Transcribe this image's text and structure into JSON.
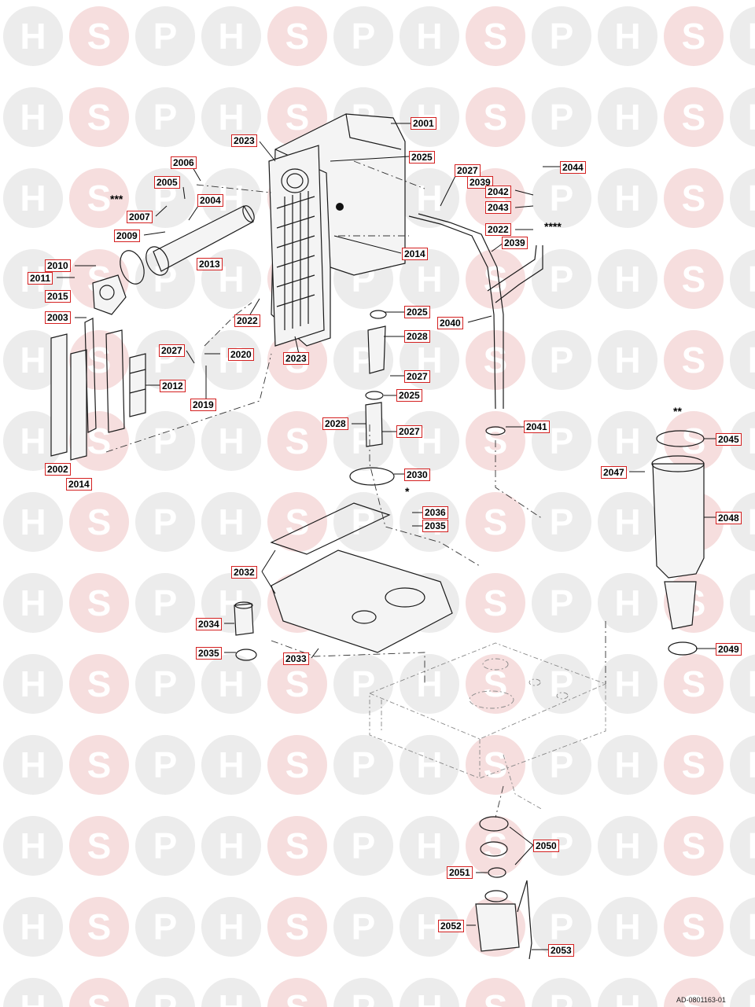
{
  "watermark": {
    "letters": [
      "H",
      "S",
      "P"
    ],
    "colors": {
      "neutral": "#ececec",
      "accent": "#f6dede"
    }
  },
  "callout_border_color": "#d42020",
  "callouts": [
    {
      "id": "c2001",
      "label": "2001"
    },
    {
      "id": "c2023a",
      "label": "2023"
    },
    {
      "id": "c2025a",
      "label": "2025"
    },
    {
      "id": "c2006",
      "label": "2006"
    },
    {
      "id": "c2005",
      "label": "2005"
    },
    {
      "id": "c2004",
      "label": "2004"
    },
    {
      "id": "c2007",
      "label": "2007"
    },
    {
      "id": "c2009",
      "label": "2009"
    },
    {
      "id": "c2013",
      "label": "2013"
    },
    {
      "id": "c2014a",
      "label": "2014"
    },
    {
      "id": "c2010",
      "label": "2010"
    },
    {
      "id": "c2011",
      "label": "2011"
    },
    {
      "id": "c2015",
      "label": "2015"
    },
    {
      "id": "c2003",
      "label": "2003"
    },
    {
      "id": "c2022a",
      "label": "2022"
    },
    {
      "id": "c2027a",
      "label": "2027"
    },
    {
      "id": "c2020",
      "label": "2020"
    },
    {
      "id": "c2023b",
      "label": "2023"
    },
    {
      "id": "c2012",
      "label": "2012"
    },
    {
      "id": "c2019",
      "label": "2019"
    },
    {
      "id": "c2002",
      "label": "2002"
    },
    {
      "id": "c2014b",
      "label": "2014"
    },
    {
      "id": "c2027b",
      "label": "2027"
    },
    {
      "id": "c2039a",
      "label": "2039"
    },
    {
      "id": "c2044",
      "label": "2044"
    },
    {
      "id": "c2042",
      "label": "2042"
    },
    {
      "id": "c2043",
      "label": "2043"
    },
    {
      "id": "c2022b",
      "label": "2022"
    },
    {
      "id": "c2039b",
      "label": "2039"
    },
    {
      "id": "c2025b",
      "label": "2025"
    },
    {
      "id": "c2040",
      "label": "2040"
    },
    {
      "id": "c2028a",
      "label": "2028"
    },
    {
      "id": "c2027c",
      "label": "2027"
    },
    {
      "id": "c2025c",
      "label": "2025"
    },
    {
      "id": "c2028b",
      "label": "2028"
    },
    {
      "id": "c2027d",
      "label": "2027"
    },
    {
      "id": "c2041",
      "label": "2041"
    },
    {
      "id": "c2045",
      "label": "2045"
    },
    {
      "id": "c2047",
      "label": "2047"
    },
    {
      "id": "c2030",
      "label": "2030"
    },
    {
      "id": "c2036",
      "label": "2036"
    },
    {
      "id": "c2035a",
      "label": "2035"
    },
    {
      "id": "c2048",
      "label": "2048"
    },
    {
      "id": "c2032",
      "label": "2032"
    },
    {
      "id": "c2034",
      "label": "2034"
    },
    {
      "id": "c2035b",
      "label": "2035"
    },
    {
      "id": "c2033",
      "label": "2033"
    },
    {
      "id": "c2049",
      "label": "2049"
    },
    {
      "id": "c2050",
      "label": "2050"
    },
    {
      "id": "c2051",
      "label": "2051"
    },
    {
      "id": "c2052",
      "label": "2052"
    },
    {
      "id": "c2053",
      "label": "2053"
    }
  ],
  "connection_marks": [
    {
      "id": "m3",
      "text": "***"
    },
    {
      "id": "m4",
      "text": "****"
    },
    {
      "id": "m2",
      "text": "**"
    },
    {
      "id": "m1",
      "text": "*"
    }
  ],
  "diagram_ref": "AD-0801163-01"
}
